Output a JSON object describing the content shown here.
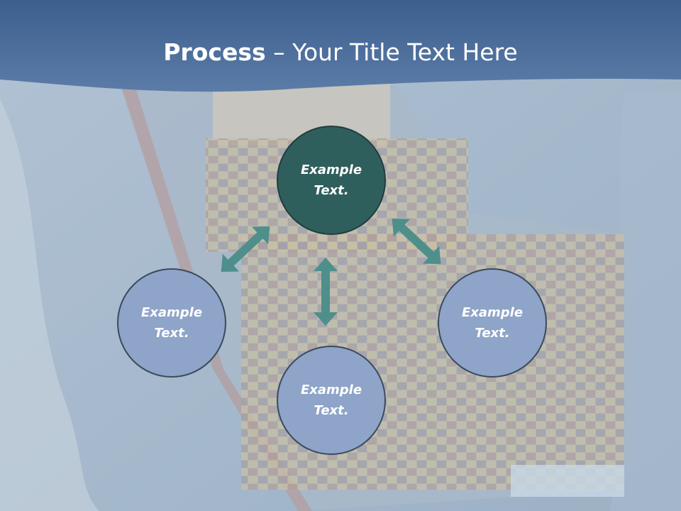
{
  "title": {
    "bold": "Process",
    "rest": " – Your Title Text Here"
  },
  "nodes": {
    "top": "Example\nText.",
    "left": "Example\nText.",
    "right": "Example\nText.",
    "bottom": "Example\nText."
  },
  "colors": {
    "title_band": "#4b6d9a",
    "node_active": "#2f5f5c",
    "node_default": "#8ea4c8",
    "arrow": "#4e8f8c"
  }
}
